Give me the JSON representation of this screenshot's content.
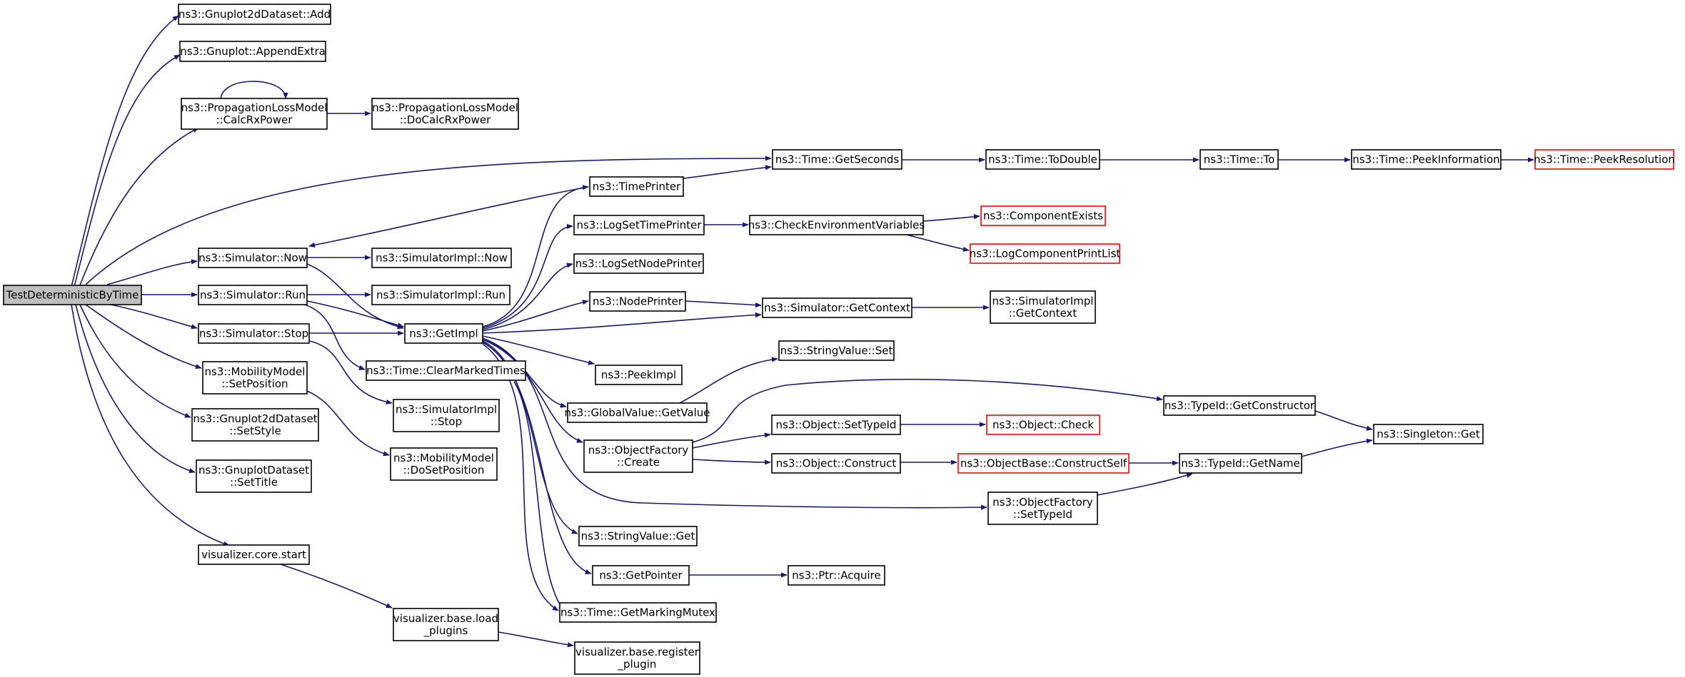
{
  "diagram": {
    "type": "call-graph",
    "colors": {
      "edge": "#191970",
      "border": "#000000",
      "truncated_border": "#ff0000",
      "root_fill": "#bfbfbf",
      "node_fill": "#ffffff"
    },
    "nodes": [
      {
        "id": "root",
        "lines": [
          "TestDeterministicByTime"
        ],
        "style": "root"
      },
      {
        "id": "gnuplot2d_add",
        "lines": [
          "ns3::Gnuplot2dDataset::Add"
        ]
      },
      {
        "id": "gnuplot_appendextra",
        "lines": [
          "ns3::Gnuplot::AppendExtra"
        ]
      },
      {
        "id": "plm_calcrxpower",
        "lines": [
          "ns3::PropagationLossModel",
          "::CalcRxPower"
        ]
      },
      {
        "id": "plm_docalcrxpower",
        "lines": [
          "ns3::PropagationLossModel",
          "::DoCalcRxPower"
        ]
      },
      {
        "id": "time_getseconds",
        "lines": [
          "ns3::Time::GetSeconds"
        ]
      },
      {
        "id": "time_todouble",
        "lines": [
          "ns3::Time::ToDouble"
        ]
      },
      {
        "id": "time_to",
        "lines": [
          "ns3::Time::To"
        ]
      },
      {
        "id": "time_peekinformation",
        "lines": [
          "ns3::Time::PeekInformation"
        ]
      },
      {
        "id": "time_peekresolution",
        "lines": [
          "ns3::Time::PeekResolution"
        ],
        "style": "red"
      },
      {
        "id": "timeprinter",
        "lines": [
          "ns3::TimePrinter"
        ]
      },
      {
        "id": "logsettimeprinter",
        "lines": [
          "ns3::LogSetTimePrinter"
        ]
      },
      {
        "id": "checkenv",
        "lines": [
          "ns3::CheckEnvironmentVariables"
        ]
      },
      {
        "id": "componentexists",
        "lines": [
          "ns3::ComponentExists"
        ],
        "style": "red"
      },
      {
        "id": "logcomponentprintlist",
        "lines": [
          "ns3::LogComponentPrintList"
        ],
        "style": "red"
      },
      {
        "id": "simulator_now",
        "lines": [
          "ns3::Simulator::Now"
        ]
      },
      {
        "id": "simimpl_now",
        "lines": [
          "ns3::SimulatorImpl::Now"
        ]
      },
      {
        "id": "logsetnodeprinter",
        "lines": [
          "ns3::LogSetNodePrinter"
        ]
      },
      {
        "id": "simulator_run",
        "lines": [
          "ns3::Simulator::Run"
        ]
      },
      {
        "id": "simimpl_run",
        "lines": [
          "ns3::SimulatorImpl::Run"
        ]
      },
      {
        "id": "nodeprinter",
        "lines": [
          "ns3::NodePrinter"
        ]
      },
      {
        "id": "simulator_getcontext",
        "lines": [
          "ns3::Simulator::GetContext"
        ]
      },
      {
        "id": "simimpl_getcontext",
        "lines": [
          "ns3::SimulatorImpl",
          "::GetContext"
        ]
      },
      {
        "id": "simulator_stop",
        "lines": [
          "ns3::Simulator::Stop"
        ]
      },
      {
        "id": "getimpl",
        "lines": [
          "ns3::GetImpl"
        ]
      },
      {
        "id": "stringvalue_set",
        "lines": [
          "ns3::StringValue::Set"
        ]
      },
      {
        "id": "peekimpl",
        "lines": [
          "ns3::PeekImpl"
        ]
      },
      {
        "id": "mobility_setposition",
        "lines": [
          "ns3::MobilityModel",
          "::SetPosition"
        ]
      },
      {
        "id": "time_clearmarkedtimes",
        "lines": [
          "ns3::Time::ClearMarkedTimes"
        ]
      },
      {
        "id": "typeid_getconstructor",
        "lines": [
          "ns3::TypeId::GetConstructor"
        ]
      },
      {
        "id": "globalvalue_getvalue",
        "lines": [
          "ns3::GlobalValue::GetValue"
        ]
      },
      {
        "id": "simimpl_stop",
        "lines": [
          "ns3::SimulatorImpl",
          "::Stop"
        ]
      },
      {
        "id": "gnuplot2d_setstyle",
        "lines": [
          "ns3::Gnuplot2dDataset",
          "::SetStyle"
        ]
      },
      {
        "id": "object_settypeid",
        "lines": [
          "ns3::Object::SetTypeId"
        ]
      },
      {
        "id": "object_check",
        "lines": [
          "ns3::Object::Check"
        ],
        "style": "red"
      },
      {
        "id": "singleton_get",
        "lines": [
          "ns3::Singleton::Get"
        ]
      },
      {
        "id": "objectfactory_create",
        "lines": [
          "ns3::ObjectFactory",
          "::Create"
        ]
      },
      {
        "id": "mobility_dosetposition",
        "lines": [
          "ns3::MobilityModel",
          "::DoSetPosition"
        ]
      },
      {
        "id": "gnuplotdataset_settitle",
        "lines": [
          "ns3::GnuplotDataset",
          "::SetTitle"
        ]
      },
      {
        "id": "object_construct",
        "lines": [
          "ns3::Object::Construct"
        ]
      },
      {
        "id": "objectbase_constructself",
        "lines": [
          "ns3::ObjectBase::ConstructSelf"
        ],
        "style": "red"
      },
      {
        "id": "typeid_getname",
        "lines": [
          "ns3::TypeId::GetName"
        ]
      },
      {
        "id": "objectfactory_settypeid",
        "lines": [
          "ns3::ObjectFactory",
          "::SetTypeId"
        ]
      },
      {
        "id": "stringvalue_get",
        "lines": [
          "ns3::StringValue::Get"
        ]
      },
      {
        "id": "visualizer_core_start",
        "lines": [
          "visualizer.core.start"
        ]
      },
      {
        "id": "getpointer",
        "lines": [
          "ns3::GetPointer"
        ]
      },
      {
        "id": "ptr_acquire",
        "lines": [
          "ns3::Ptr::Acquire"
        ]
      },
      {
        "id": "time_getmarkingmutex",
        "lines": [
          "ns3::Time::GetMarkingMutex"
        ]
      },
      {
        "id": "visualizer_base_loadplugins",
        "lines": [
          "visualizer.base.load",
          "_plugins"
        ]
      },
      {
        "id": "visualizer_base_registerplugin",
        "lines": [
          "visualizer.base.register",
          "_plugin"
        ]
      }
    ]
  }
}
